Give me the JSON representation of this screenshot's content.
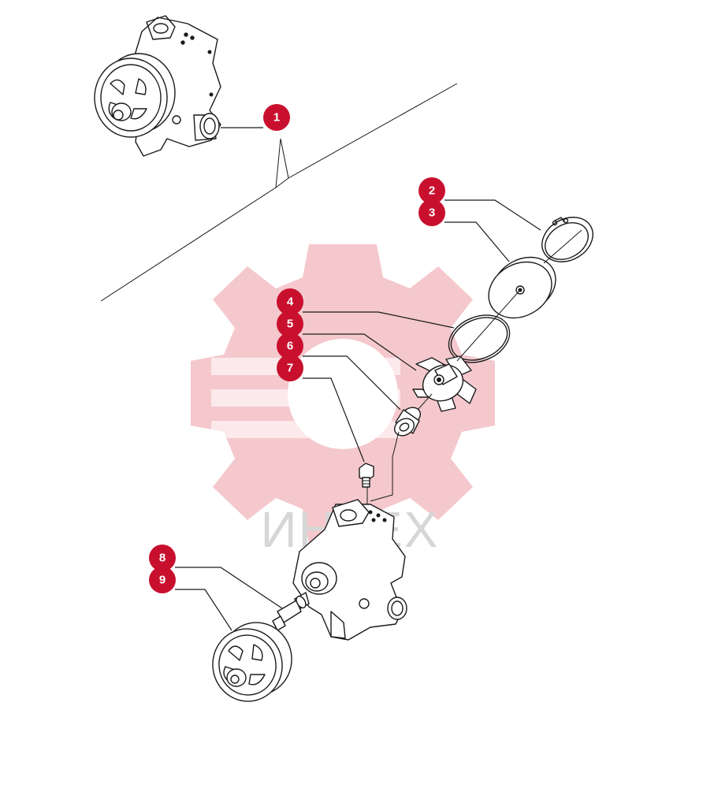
{
  "watermark": {
    "text": "ИНТЕХ",
    "gear_color": "#f4c8cc",
    "text_color": "#d6d6d6"
  },
  "callouts": [
    {
      "id": "callout-1",
      "label": "1",
      "part": "water-pump-assembly"
    },
    {
      "id": "callout-2",
      "label": "2",
      "part": "circlip"
    },
    {
      "id": "callout-3",
      "label": "3",
      "part": "cover-plate"
    },
    {
      "id": "callout-4",
      "label": "4",
      "part": "o-ring"
    },
    {
      "id": "callout-5",
      "label": "5",
      "part": "impeller"
    },
    {
      "id": "callout-6",
      "label": "6",
      "part": "impeller-hub"
    },
    {
      "id": "callout-7",
      "label": "7",
      "part": "seal"
    },
    {
      "id": "callout-8",
      "label": "8",
      "part": "drain-plug"
    },
    {
      "id": "callout-9",
      "label": "9",
      "part": "shaft"
    },
    {
      "id": "callout-10",
      "label": "",
      "part": "pulley"
    }
  ],
  "colors": {
    "badge": "#c8102e",
    "line": "#1a1a1a"
  }
}
